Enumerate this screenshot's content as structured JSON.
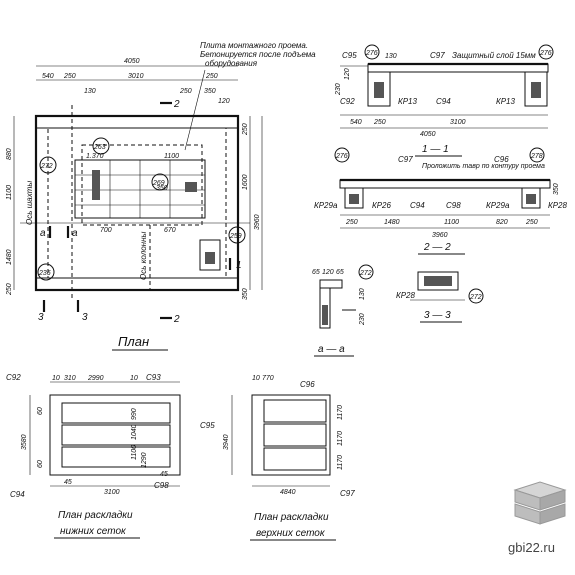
{
  "plan": {
    "title": "План",
    "overall_width": "4050",
    "dims_top": [
      "540",
      "250",
      "3010",
      "250"
    ],
    "dims_top2": [
      "130",
      "1.370",
      "1100",
      "1600",
      "350",
      "250",
      "120"
    ],
    "dims_left": [
      "880",
      "1100",
      "1480",
      "250"
    ],
    "dims_right": [
      "250",
      "1600",
      "3960",
      "350"
    ],
    "dims_mid": [
      "700",
      "670",
      "350"
    ],
    "notes": [
      "Плита монтажного проема.",
      "Бетонируется после подъема",
      "оборудования"
    ],
    "axis_label_1": "Ось шахты",
    "axis_label_2": "Ось колонны",
    "sections": [
      "2",
      "2",
      "3",
      "3",
      "1",
      "1",
      "a",
      "a"
    ],
    "callouts": [
      "272",
      "263",
      "269",
      "236",
      "259"
    ]
  },
  "section_1_1": {
    "caption": "1 — 1",
    "labels": [
      "С95",
      "276",
      "С97",
      "Защитный слой 15мм",
      "276",
      "С92",
      "КР13",
      "С94",
      "КР13"
    ],
    "dims": [
      "540",
      "250",
      "3100",
      "4050",
      "230",
      "120",
      "130"
    ]
  },
  "section_2_2": {
    "caption": "2 — 2",
    "labels": [
      "276",
      "С97",
      "Проложить тавр по контуру проема",
      "С96",
      "278",
      "КР29а",
      "КР26",
      "С94",
      "С98",
      "КР29а",
      "КР28"
    ],
    "dims": [
      "250",
      "1480",
      "1100",
      "820",
      "250",
      "3960",
      "350"
    ]
  },
  "section_3_3": {
    "caption": "3 — 3",
    "labels": [
      "КР28",
      "272"
    ]
  },
  "section_a_a": {
    "caption": "а — а",
    "labels": [
      "272"
    ],
    "dims": [
      "65",
      "120",
      "65",
      "230",
      "130"
    ]
  },
  "lower_mesh": {
    "caption_1": "План раскладки",
    "caption_2": "нижних сеток",
    "labels": [
      "С92",
      "С93",
      "С94",
      "С98"
    ],
    "dims_top": [
      "10",
      "310",
      "2990",
      "10"
    ],
    "dims_left": [
      "3580",
      "60",
      "60"
    ],
    "dims_right": [
      "990",
      "1040",
      "1100",
      "1290"
    ],
    "dims_bottom": [
      "45",
      "3100",
      "45"
    ]
  },
  "upper_mesh": {
    "caption_1": "План раскладки",
    "caption_2": "верхних сеток",
    "labels": [
      "С95",
      "С96",
      "С97"
    ],
    "dims_top": [
      "10",
      "770"
    ],
    "dims_left": [
      "3940"
    ],
    "dims_right": [
      "1170",
      "1170",
      "1170"
    ],
    "dims_bottom": [
      "4840"
    ]
  },
  "watermark": "gbi22.ru"
}
